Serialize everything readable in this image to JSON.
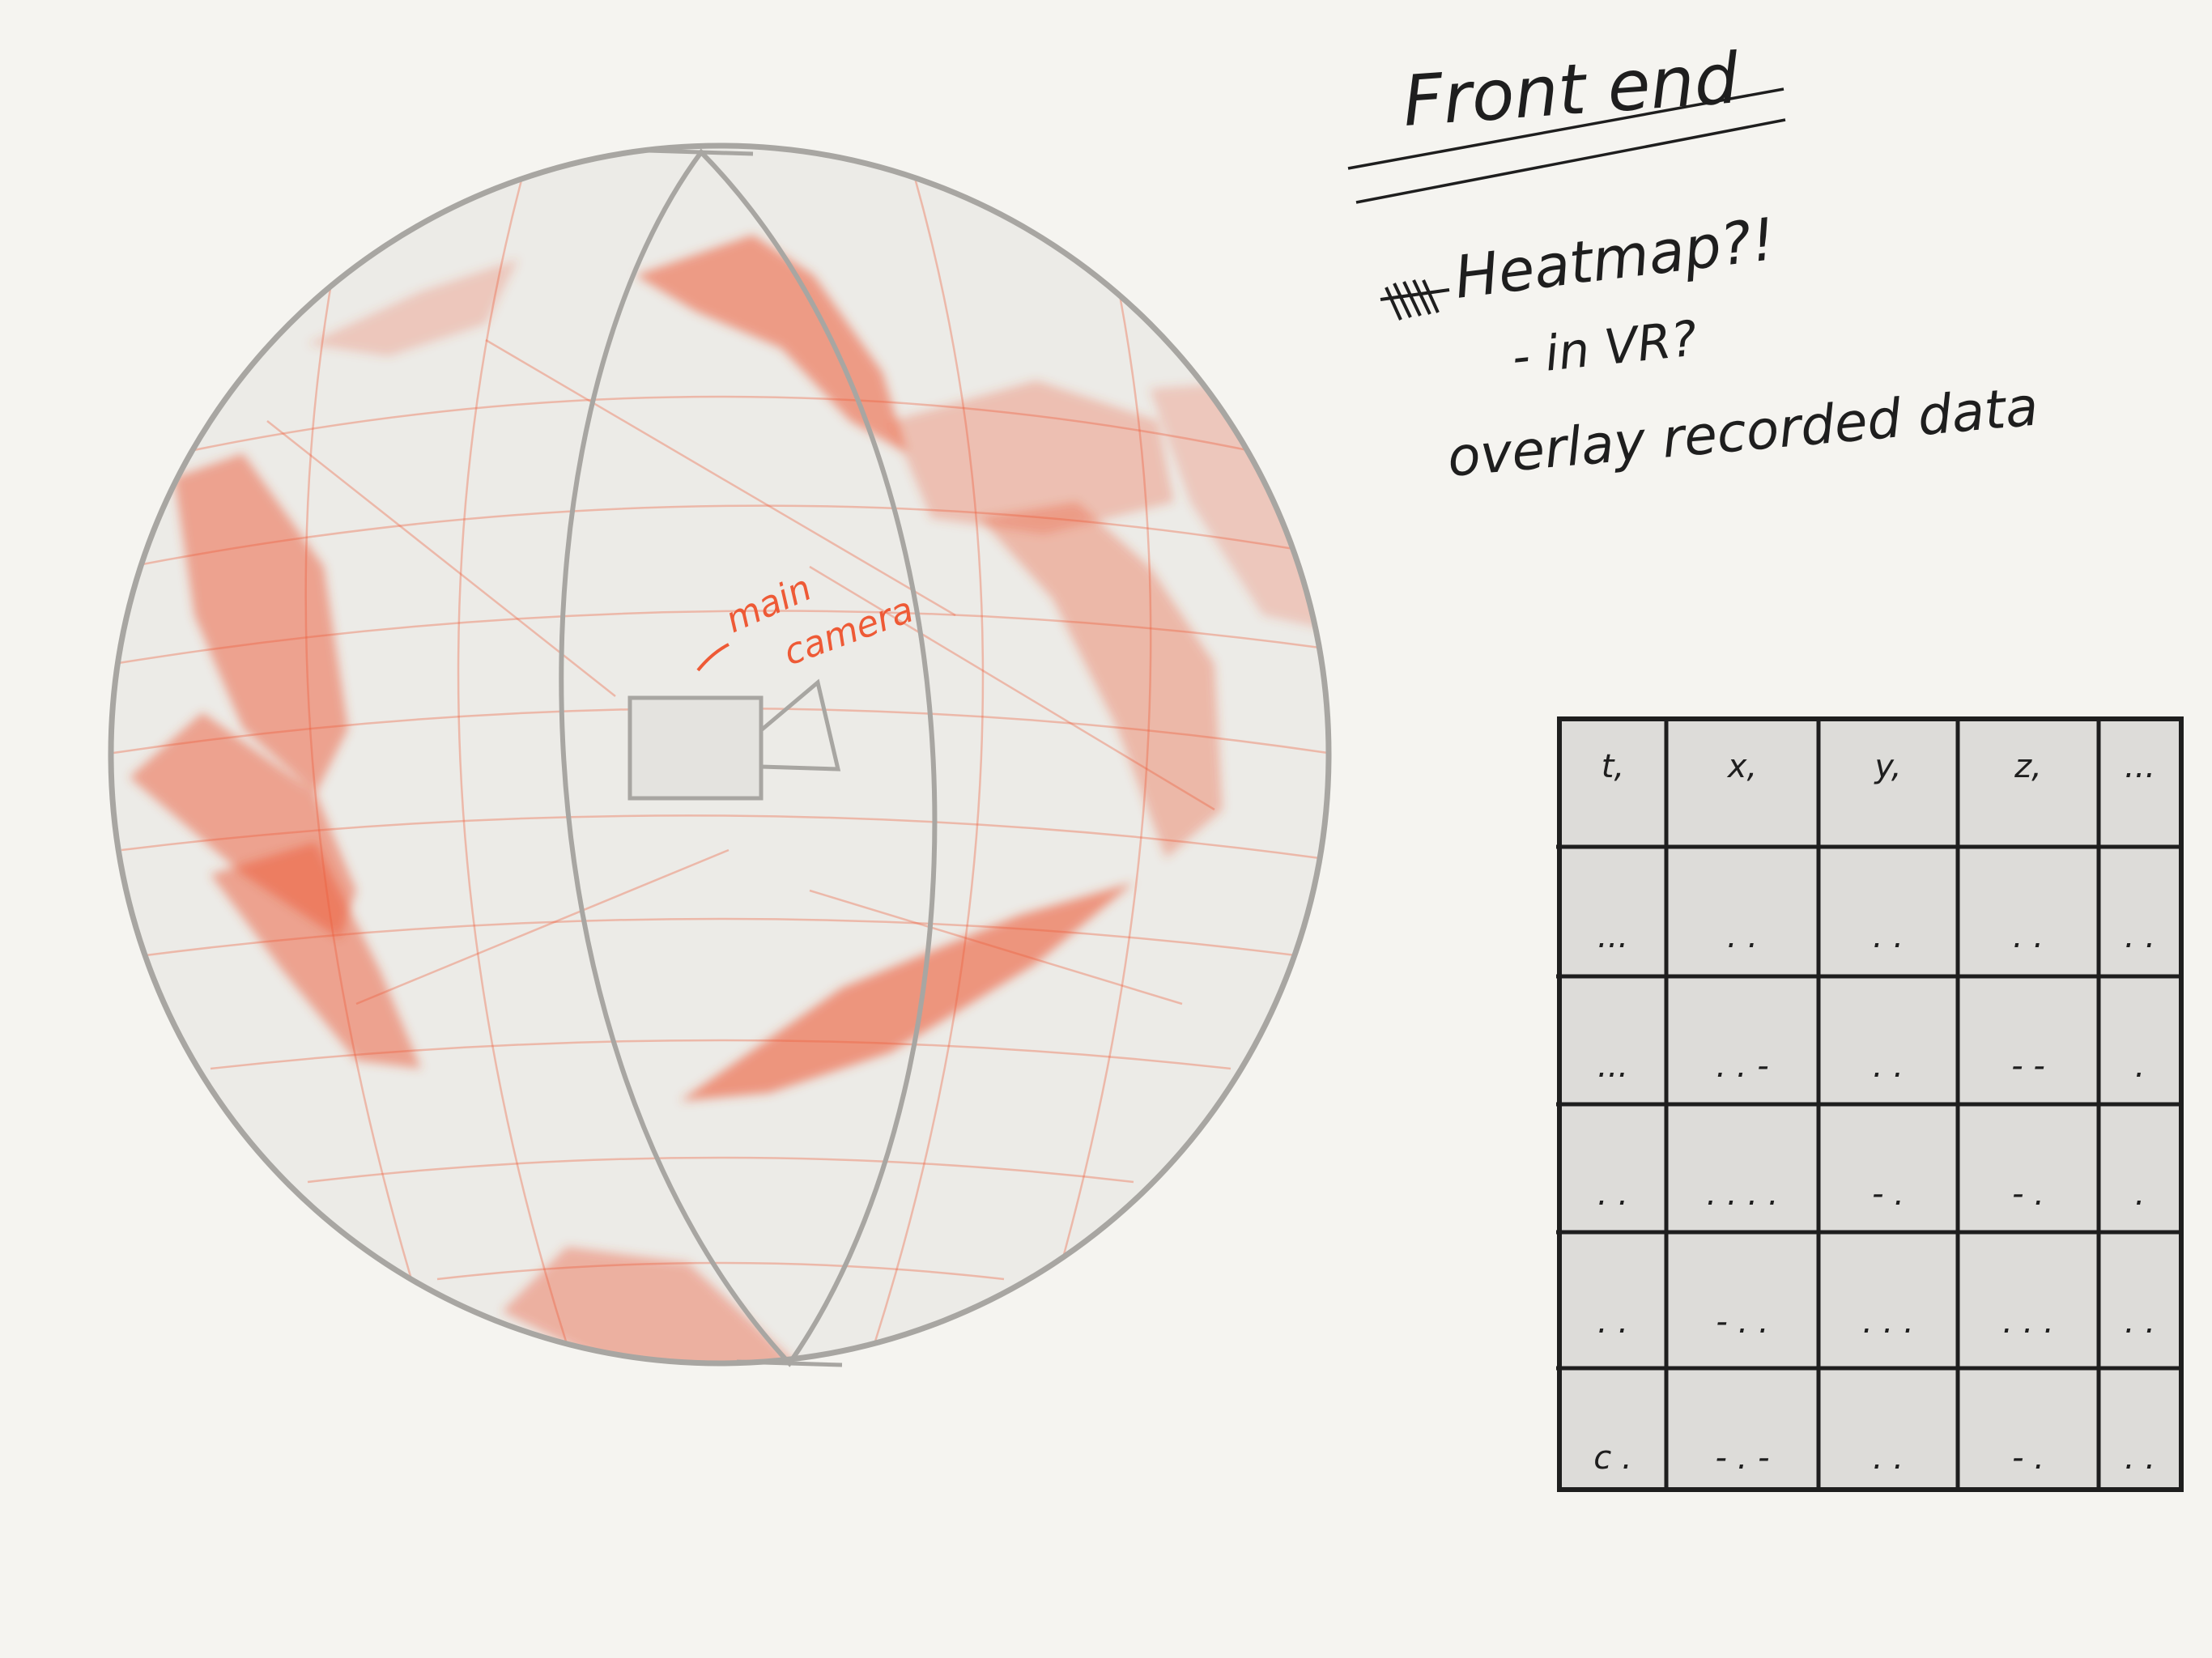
{
  "notes": {
    "title": "Front end",
    "line1": "Heatmap?!",
    "line2": "- in VR?",
    "line3": "overlay recorded data"
  },
  "sphere": {
    "camera_label_line1": "main",
    "camera_label_line2": "camera"
  },
  "table": {
    "headers": [
      "t,",
      "x,",
      "y,",
      "z,",
      "..."
    ],
    "rows": [
      [
        "...",
        ". .",
        ". .",
        ". .",
        ". ."
      ],
      [
        "...",
        ". . -",
        ". .",
        "- -",
        "."
      ],
      [
        ". .",
        ". . . .",
        "- .",
        "- .",
        "."
      ],
      [
        ". .",
        "- . .",
        ". . .",
        ". . .",
        ". ."
      ],
      [
        "c .",
        "- . -",
        ". .",
        "- .",
        ". ."
      ]
    ]
  },
  "colors": {
    "background": "#f5f4f0",
    "sphere_fill": "#ecebe7",
    "outline_gray": "#a8a6a2",
    "heat_red": "#ee5a36",
    "ink": "#1e1e1e",
    "table_fill": "#dddcd9"
  }
}
